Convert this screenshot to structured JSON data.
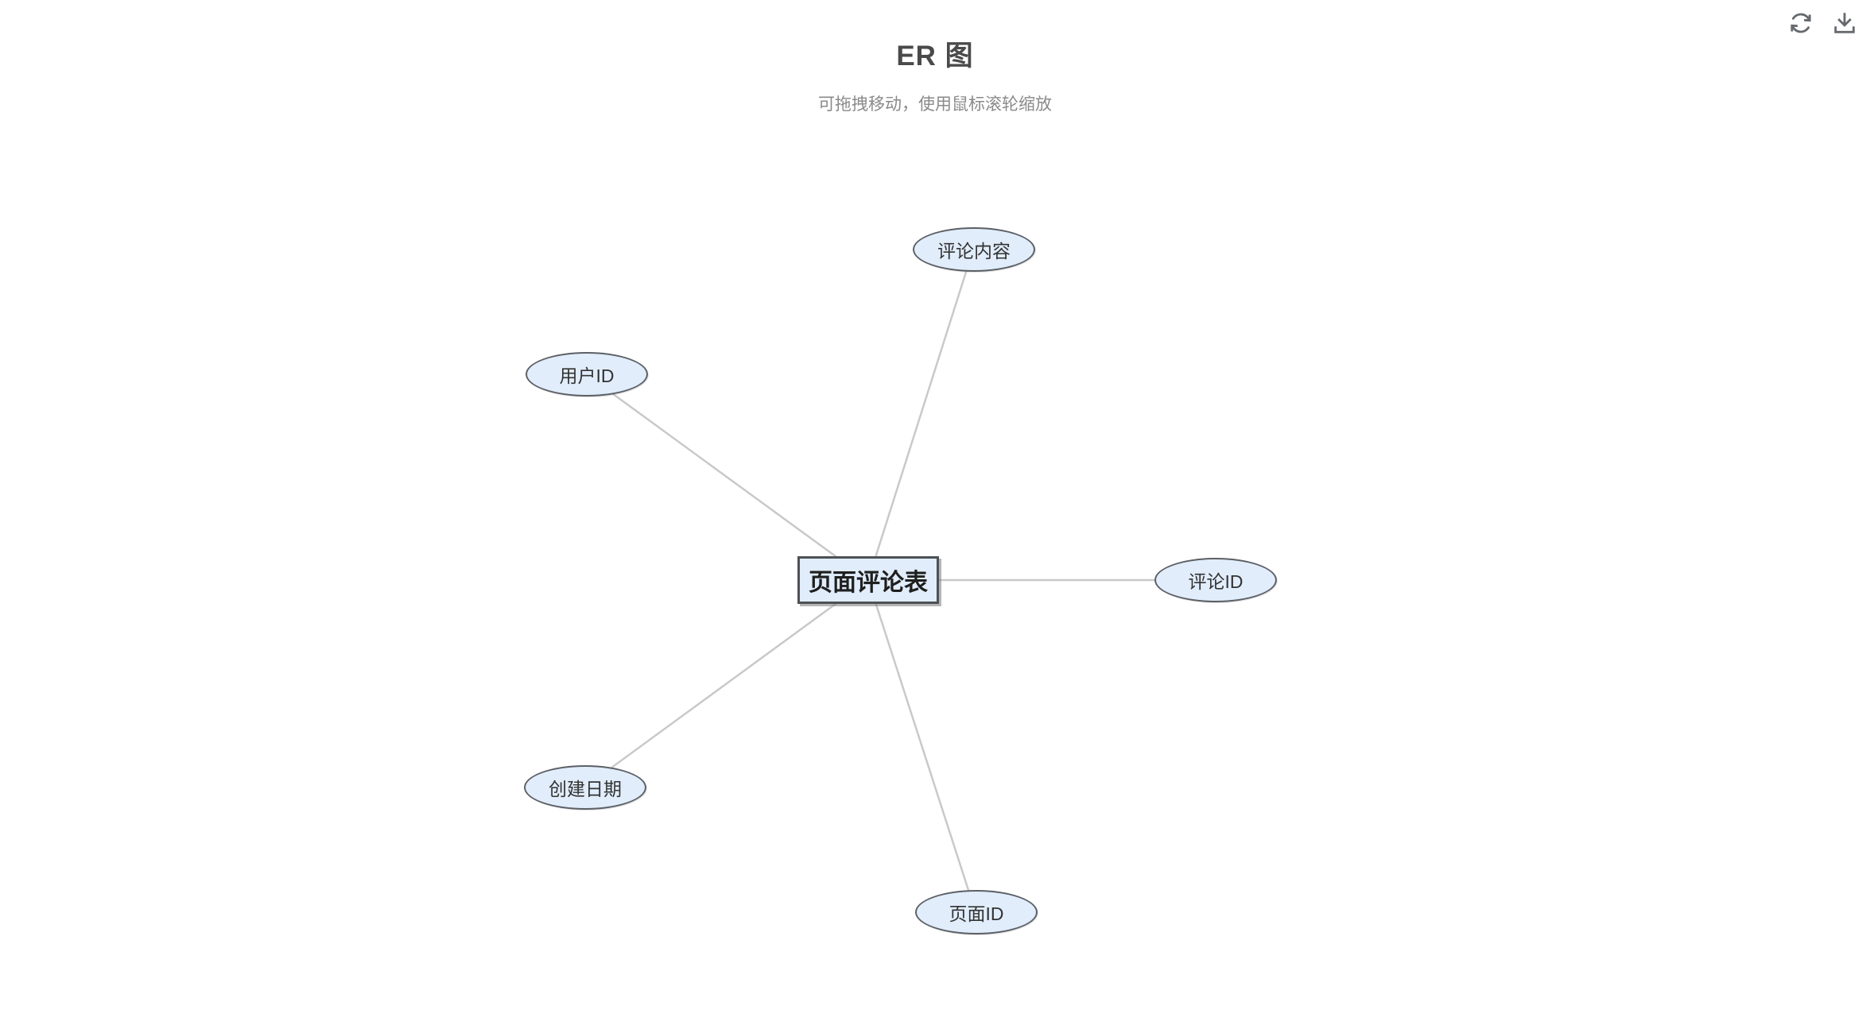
{
  "header": {
    "title": "ER 图",
    "subtitle": "可拖拽移动，使用鼠标滚轮缩放"
  },
  "toolbar": {
    "refresh_icon": "refresh-icon",
    "download_icon": "download-icon"
  },
  "diagram": {
    "type": "er-graph",
    "entity": {
      "label": "页面评论表"
    },
    "attributes": [
      {
        "label": "评论内容",
        "position": "top"
      },
      {
        "label": "用户ID",
        "position": "upper-left"
      },
      {
        "label": "评论ID",
        "position": "right"
      },
      {
        "label": "创建日期",
        "position": "lower-left"
      },
      {
        "label": "页面ID",
        "position": "bottom"
      }
    ],
    "edges": [
      [
        "页面评论表",
        "评论内容"
      ],
      [
        "页面评论表",
        "用户ID"
      ],
      [
        "页面评论表",
        "评论ID"
      ],
      [
        "页面评论表",
        "创建日期"
      ],
      [
        "页面评论表",
        "页面ID"
      ]
    ],
    "colors": {
      "node_fill": "#e1edfb",
      "node_border": "#5c6066",
      "entity_border": "#4d5156",
      "edge": "#c9c9c9",
      "title_text": "#4a4a4a",
      "subtitle_text": "#8a8a8a"
    }
  }
}
